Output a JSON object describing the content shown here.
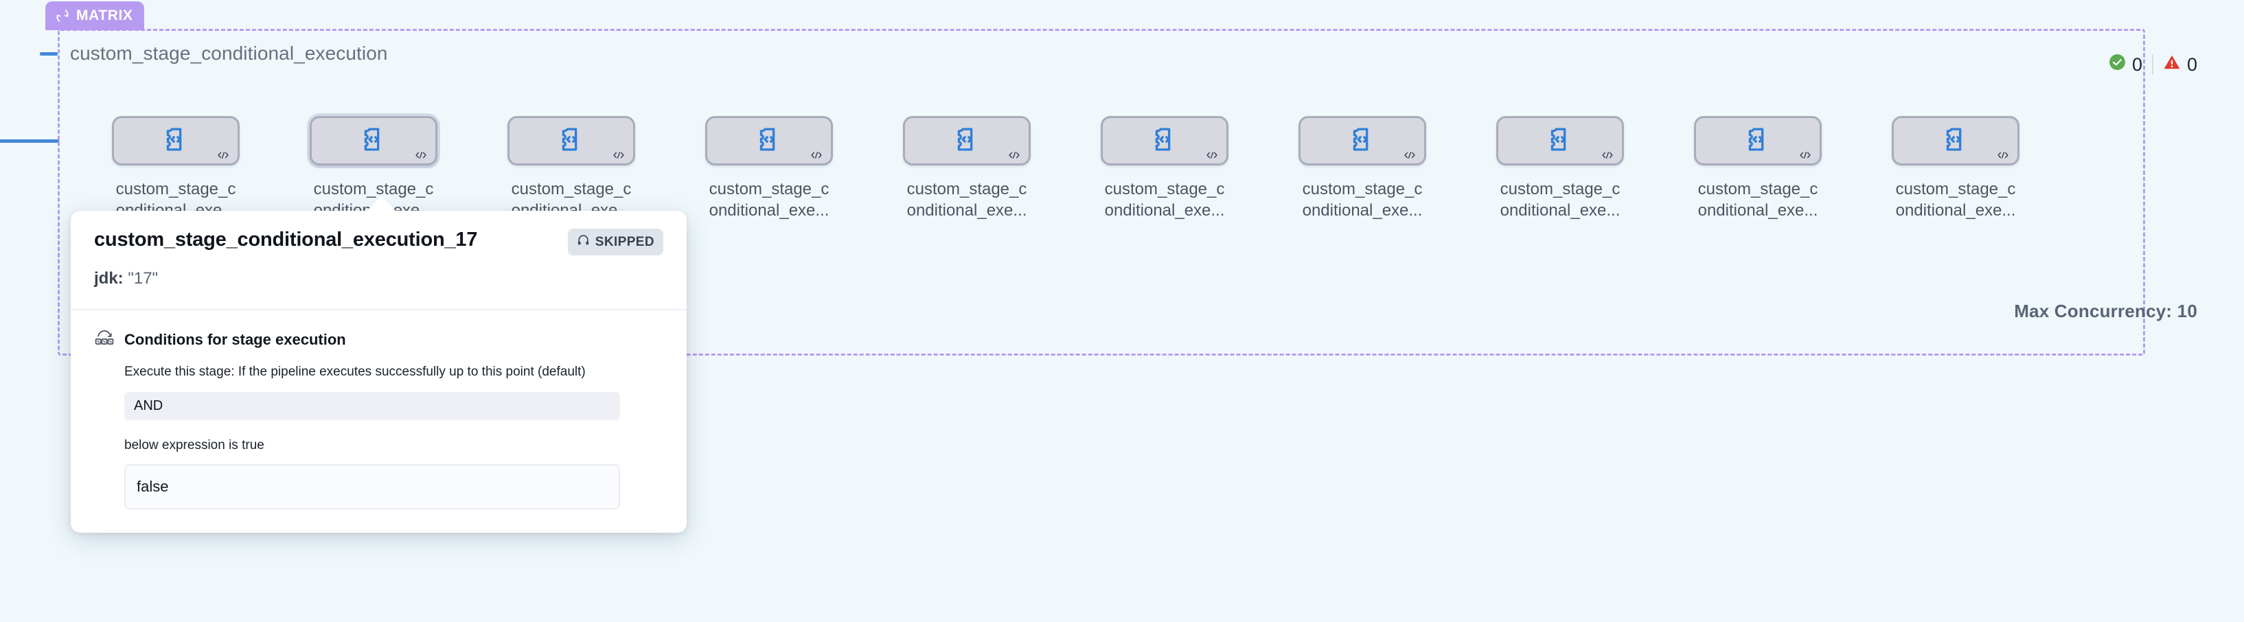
{
  "canvas": {
    "background_color": "#f0f8fc",
    "accent_purple": "#b79bf0",
    "accent_blue": "#4488d8"
  },
  "matrix_tab": {
    "label": "MATRIX",
    "icon": "loop-repeat-icon",
    "color": "#b79bf0"
  },
  "group": {
    "title": "custom_stage_conditional_execution",
    "collapse_icon": "minus-icon",
    "max_concurrency_label": "Max Concurrency: 10"
  },
  "status": {
    "success": {
      "icon": "check-circle-icon",
      "count": "0",
      "color": "#5cab52"
    },
    "warning": {
      "icon": "warning-triangle-icon",
      "count": "0",
      "color": "#e03a30"
    }
  },
  "nodes": [
    {
      "label": "custom_stage_conditional_exe...",
      "icon": "custom-stage-code-icon",
      "badge": "code-badge-icon",
      "selected": false
    },
    {
      "label": "custom_stage_conditional_exe...",
      "icon": "custom-stage-code-icon",
      "badge": "code-badge-icon",
      "selected": true
    },
    {
      "label": "custom_stage_conditional_exe...",
      "icon": "custom-stage-code-icon",
      "badge": "code-badge-icon",
      "selected": false
    },
    {
      "label": "custom_stage_conditional_exe...",
      "icon": "custom-stage-code-icon",
      "badge": "code-badge-icon",
      "selected": false
    },
    {
      "label": "custom_stage_conditional_exe...",
      "icon": "custom-stage-code-icon",
      "badge": "code-badge-icon",
      "selected": false
    },
    {
      "label": "custom_stage_conditional_exe...",
      "icon": "custom-stage-code-icon",
      "badge": "code-badge-icon",
      "selected": false
    },
    {
      "label": "custom_stage_conditional_exe...",
      "icon": "custom-stage-code-icon",
      "badge": "code-badge-icon",
      "selected": false
    },
    {
      "label": "custom_stage_conditional_exe...",
      "icon": "custom-stage-code-icon",
      "badge": "code-badge-icon",
      "selected": false
    },
    {
      "label": "custom_stage_conditional_exe...",
      "icon": "custom-stage-code-icon",
      "badge": "code-badge-icon",
      "selected": false
    },
    {
      "label": "custom_stage_conditional_exe...",
      "icon": "custom-stage-code-icon",
      "badge": "code-badge-icon",
      "selected": false
    }
  ],
  "tooltip": {
    "title": "custom_stage_conditional_execution_17",
    "badge": {
      "label": "SKIPPED",
      "icon": "skipped-icon"
    },
    "meta_key": "jdk:",
    "meta_value": "\"17\"",
    "section": {
      "icon": "conditional-execution-icon",
      "title": "Conditions for stage execution",
      "description": "Execute this stage: If the pipeline executes successfully up to this point (default)",
      "operator": "AND",
      "subtitle": "below expression is true",
      "expression": "false"
    }
  }
}
